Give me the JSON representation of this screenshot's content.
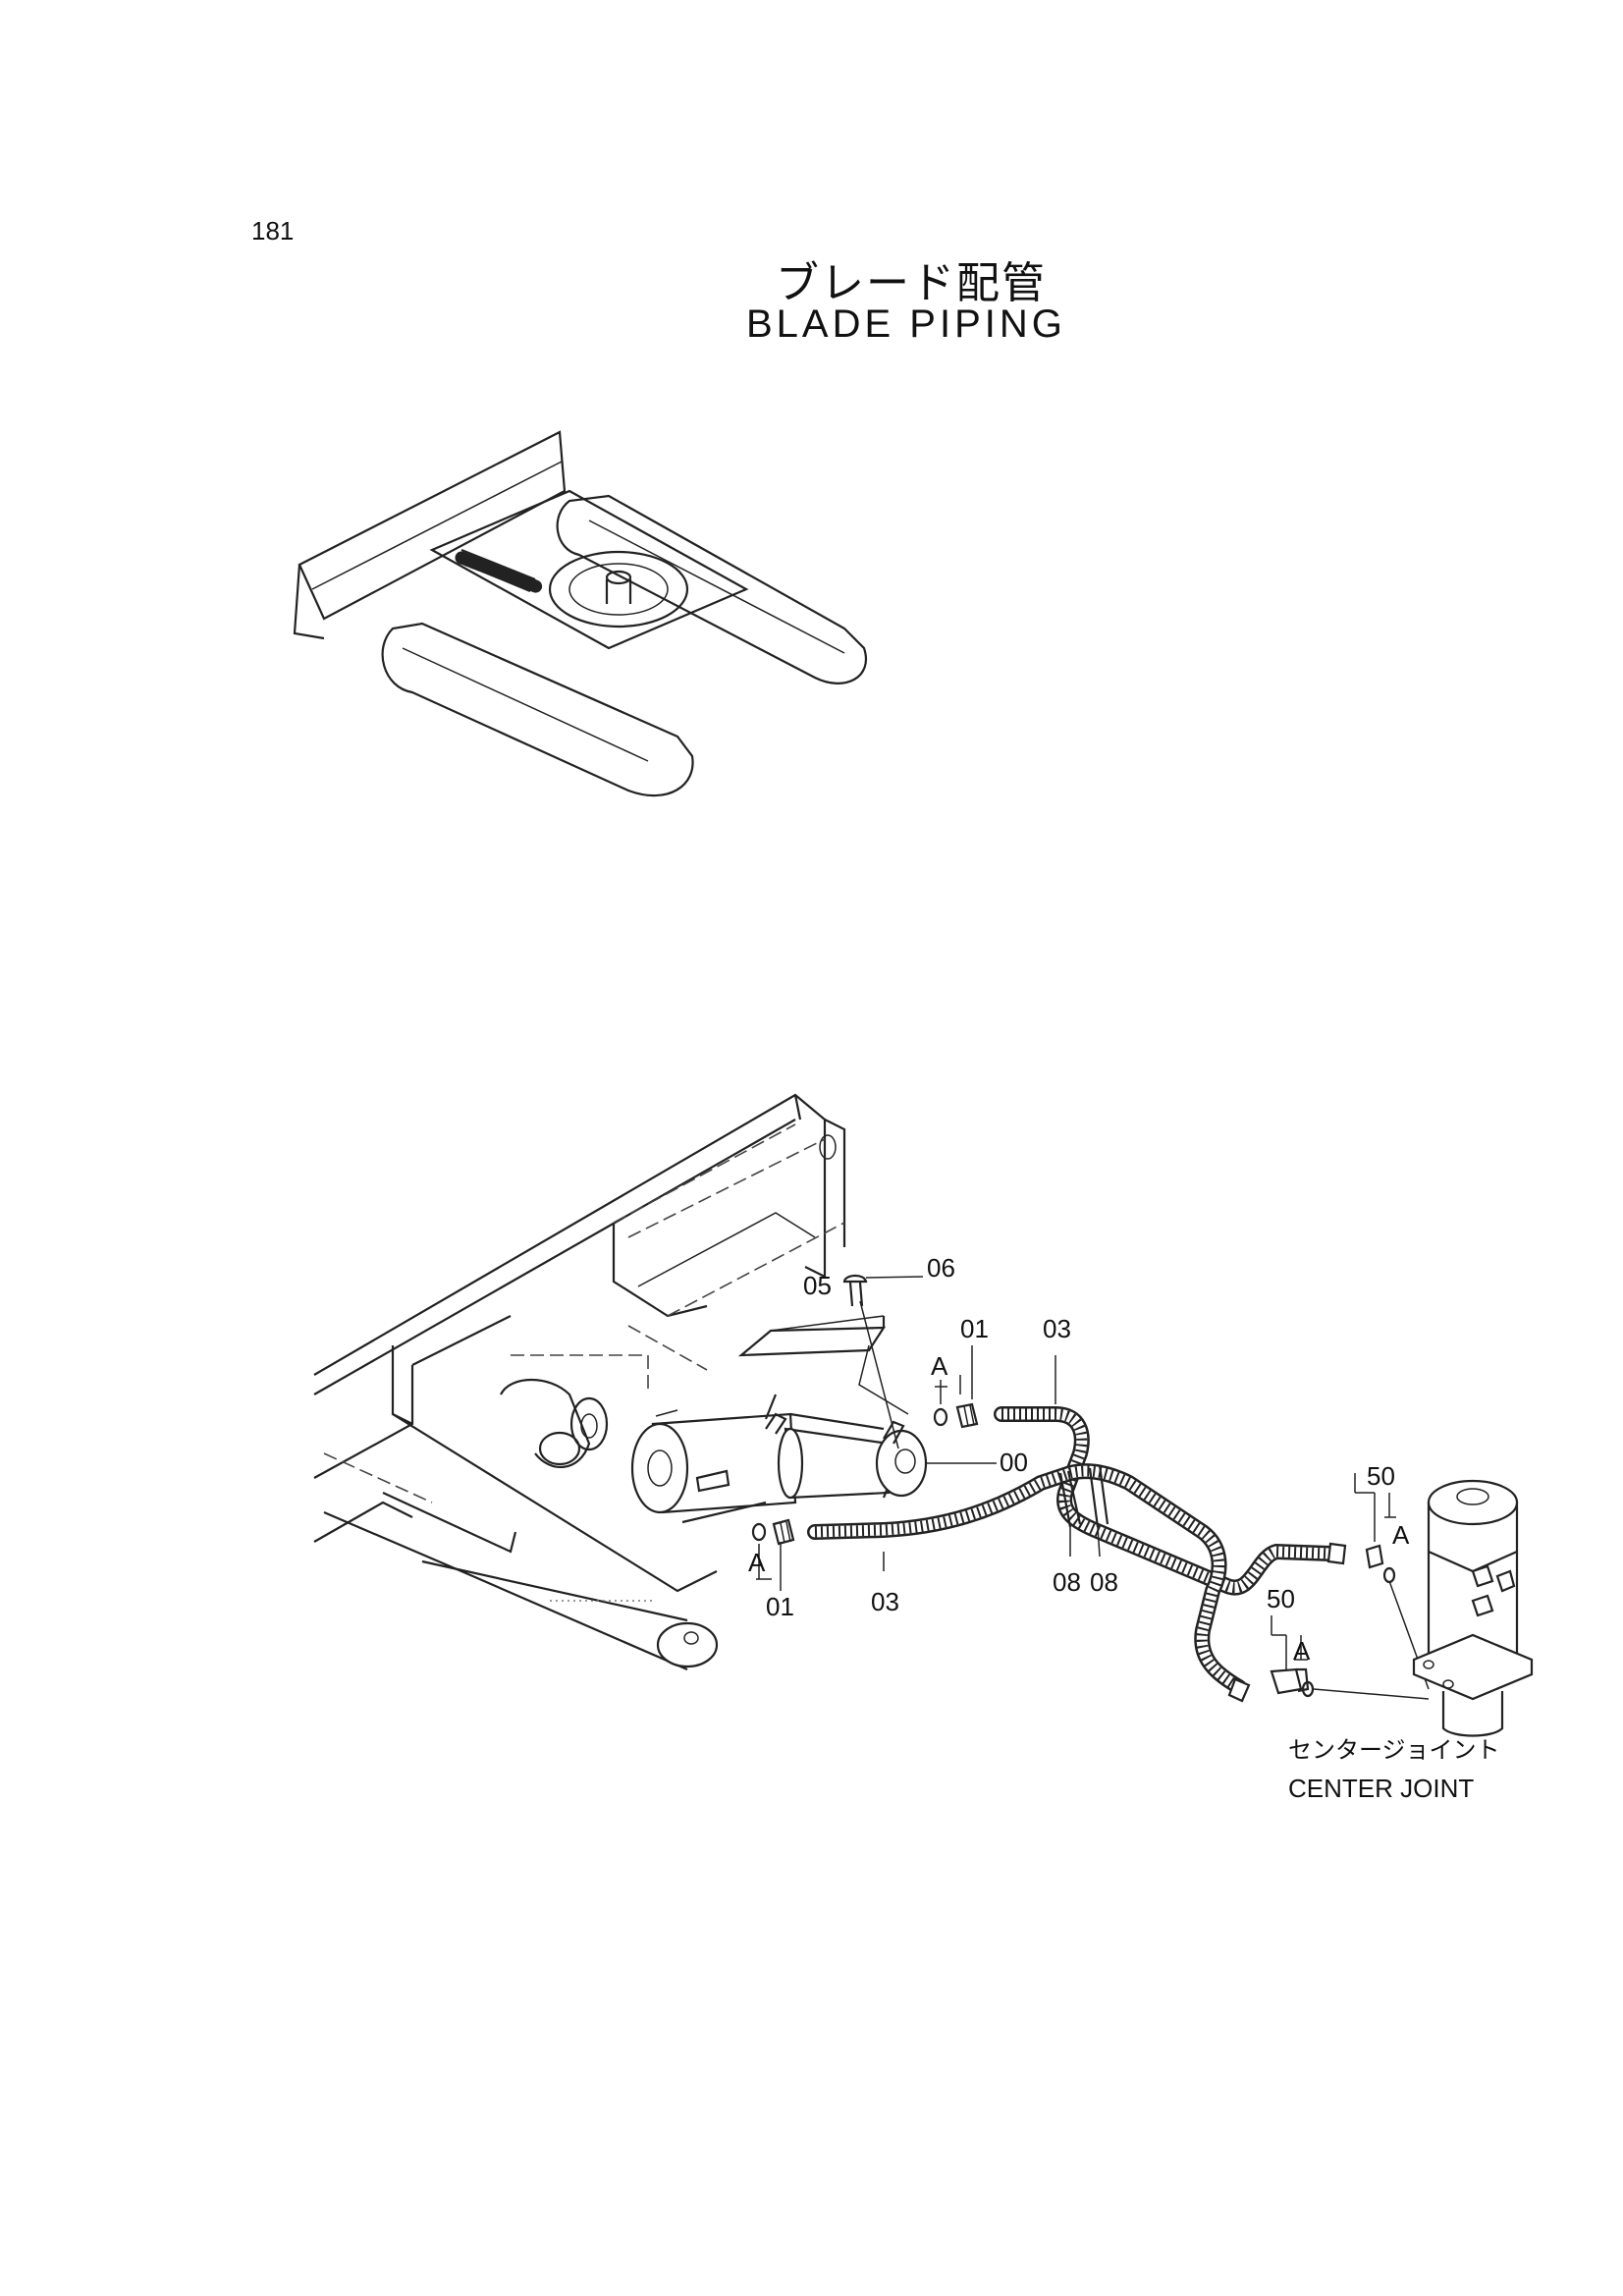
{
  "page_number": "181",
  "title_jp": "ブレード配管",
  "title_en": "BLADE PIPING",
  "callouts": {
    "c00": "00",
    "c01_top": "01",
    "c01_bottom": "01",
    "c03_top": "03",
    "c03_bottom": "03",
    "c05": "05",
    "c06": "06",
    "c08_left": "08",
    "c08_right": "08",
    "c50_top": "50",
    "c50_bottom": "50",
    "a_top": "A",
    "a_bottom": "A",
    "a_right_top": "A",
    "a_right_bottom": "A"
  },
  "center_joint": {
    "label_jp": "センタージョイント",
    "label_en": "CENTER JOINT"
  }
}
